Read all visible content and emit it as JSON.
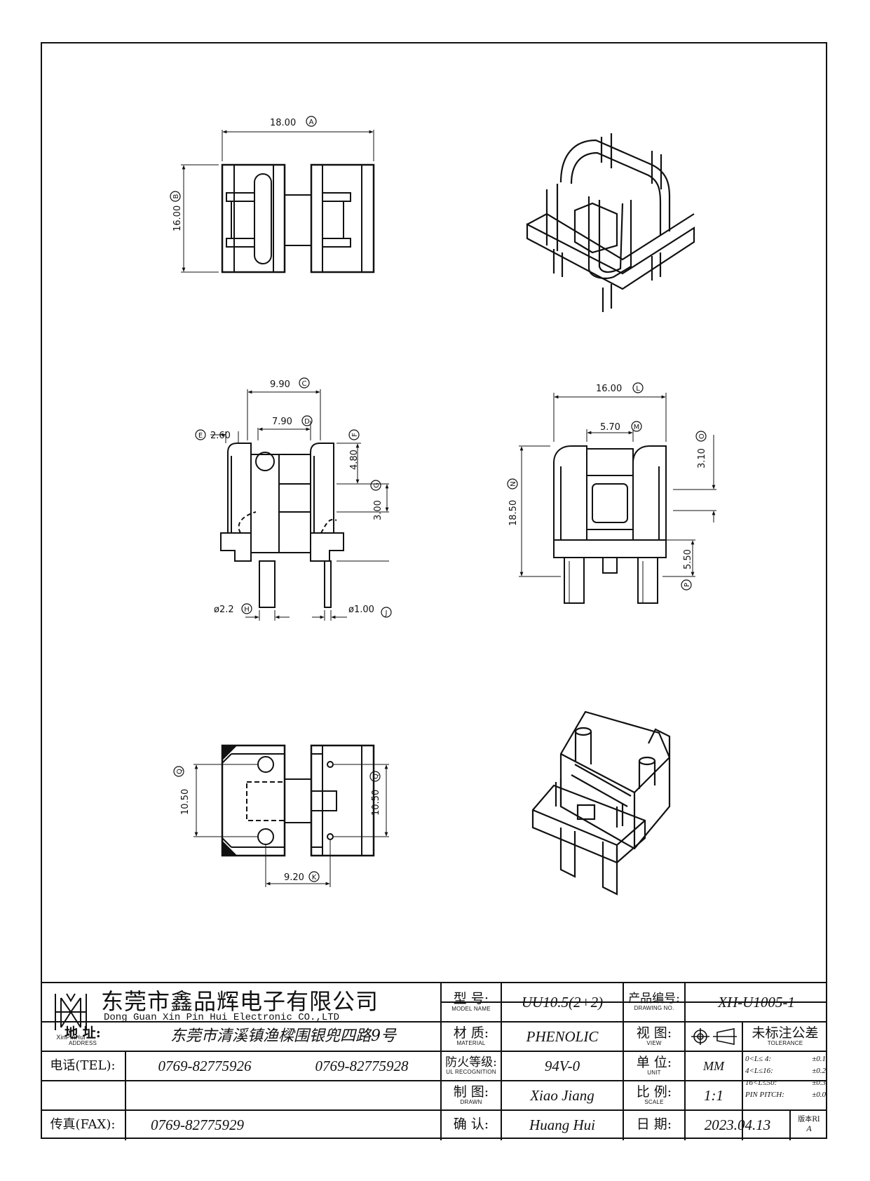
{
  "drawing": {
    "dims": {
      "A": {
        "label": "18.00",
        "tag": "A"
      },
      "B": {
        "label": "16.00",
        "tag": "B"
      },
      "C": {
        "label": "9.90",
        "tag": "C"
      },
      "D": {
        "label": "7.90",
        "tag": "D"
      },
      "E": {
        "label": "2.60",
        "tag": "E"
      },
      "F": {
        "label": "4.80",
        "tag": "F"
      },
      "G": {
        "label": "3.00",
        "tag": "G"
      },
      "H": {
        "label": "ø2.2",
        "tag": "H"
      },
      "J": {
        "label": "ø1.00",
        "tag": "J"
      },
      "L": {
        "label": "16.00",
        "tag": "L"
      },
      "M": {
        "label": "5.70",
        "tag": "M"
      },
      "N": {
        "label": "18.50",
        "tag": "N"
      },
      "O": {
        "label": "3.10",
        "tag": "O"
      },
      "P": {
        "label": "5.50",
        "tag": "P"
      },
      "Q": {
        "label": "10.50",
        "tag": "Q"
      },
      "R": {
        "label": "10.50",
        "tag": "Q"
      },
      "K": {
        "label": "9.20",
        "tag": "K"
      }
    }
  },
  "title_block": {
    "company_cn": "东莞市鑫品辉电子有限公司",
    "company_en": "Dong Guan Xin Pin Hui Electronic CO.,LTD",
    "logo_text": "XinPinHui",
    "address_label_cn": "地 址:",
    "address_label_en": "ADDRESS",
    "address_value": "东莞市清溪镇渔樑围银兜四路9号",
    "tel_label": "电话(TEL):",
    "tel_value_1": "0769-82775926",
    "tel_value_2": "0769-82775928",
    "fax_label": "传真(FAX):",
    "fax_value": "0769-82775929",
    "model_label_cn": "型 号:",
    "model_label_en": "MODEL NAME",
    "model_value": "UU10.5(2+2)",
    "material_label_cn": "材 质:",
    "material_label_en": "MATERIAL",
    "material_value": "PHENOLIC",
    "ul_label_cn": "防火等级:",
    "ul_label_en": "UL RECOGNITION",
    "ul_value": "94V-0",
    "drawn_label_cn": "制 图:",
    "drawn_label_en": "DRAWN",
    "drawn_value": "Xiao Jiang",
    "confirm_label_cn": "确 认:",
    "confirm_value": "Huang Hui",
    "drawing_no_label_cn": "产品编号:",
    "drawing_no_label_en": "DRAWING NO.",
    "drawing_no_value": "XH-U1005-1",
    "view_label_cn": "视 图:",
    "view_label_en": "VIEW",
    "unit_label_cn": "单 位:",
    "unit_label_en": "UNIT",
    "unit_value": "MM",
    "scale_label_cn": "比 例:",
    "scale_label_en": "SCALE",
    "scale_value": "1:1",
    "date_label_cn": "日 期:",
    "date_value": "2023.04.13",
    "tolerance_label_cn": "未标注公差",
    "tolerance_label_en": "TOLERANCE",
    "tol_rows": [
      {
        "range": "0<L≤ 4:",
        "value": "±0.1"
      },
      {
        "range": "4<L≤16:",
        "value": "±0.2"
      },
      {
        "range": "16<L≤50:",
        "value": "±0.3"
      },
      {
        "range": "PIN PITCH:",
        "value": "±0.0"
      }
    ],
    "version_label": "版本RI",
    "version_value": "A"
  }
}
